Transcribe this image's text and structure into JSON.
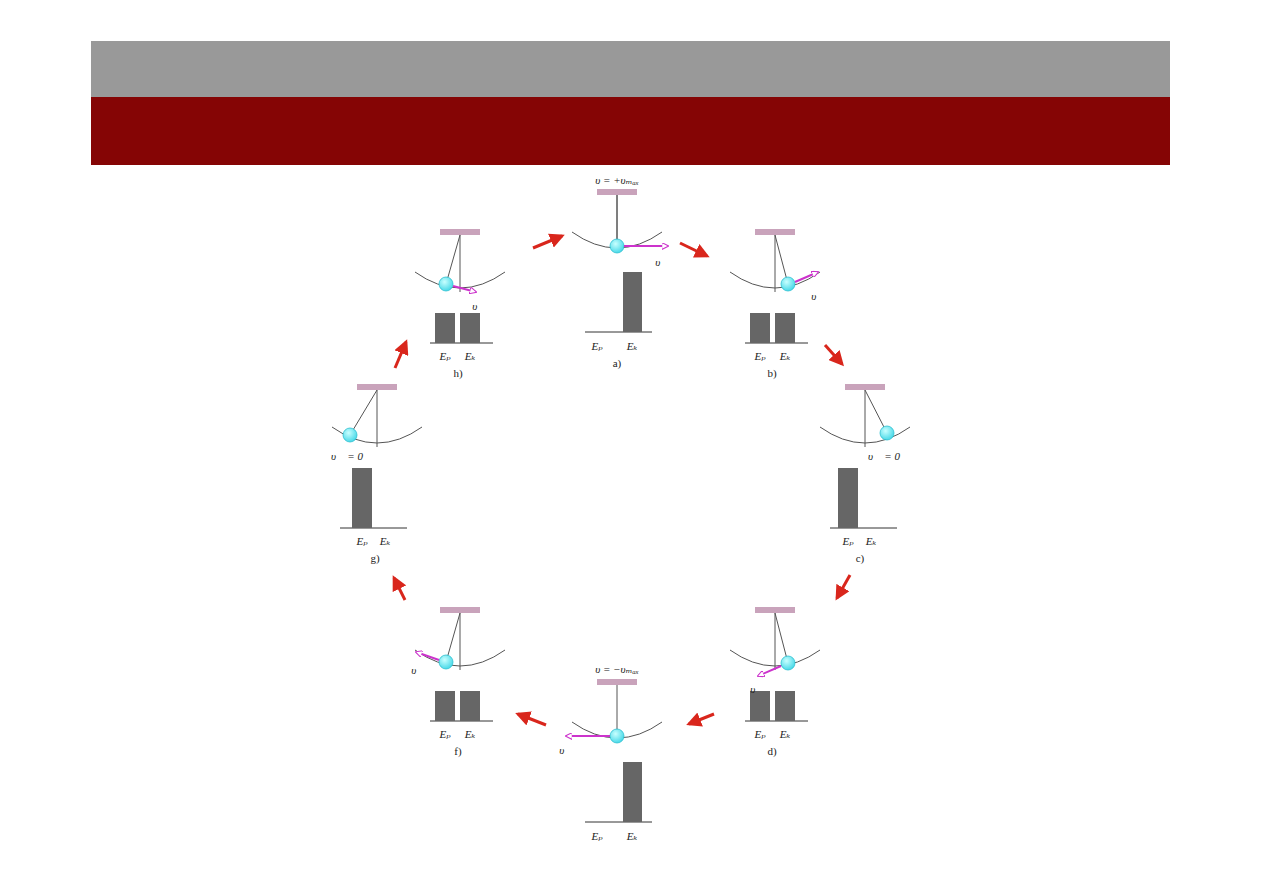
{
  "diagram": {
    "labels": [
      "υ = +υₘₐₓ",
      "υ⃗",
      "Eₚ",
      "Eₖ",
      "a)",
      "υ⃗",
      "Eₚ",
      "Eₖ",
      "b)",
      "υ⃗ = 0",
      "Eₚ",
      "Eₖ",
      "c)",
      "υ⃗",
      "Eₚ",
      "Eₖ",
      "d)",
      "υ = −υₘₐₓ",
      "υ⃗",
      "Eₚ",
      "Eₖ",
      "υ⃗",
      "Eₚ",
      "Eₖ",
      "f)",
      "υ⃗ = 0",
      "Eₚ",
      "Eₖ",
      "g)",
      "υ⃗",
      "Eₚ",
      "Eₖ",
      "h)"
    ]
  }
}
